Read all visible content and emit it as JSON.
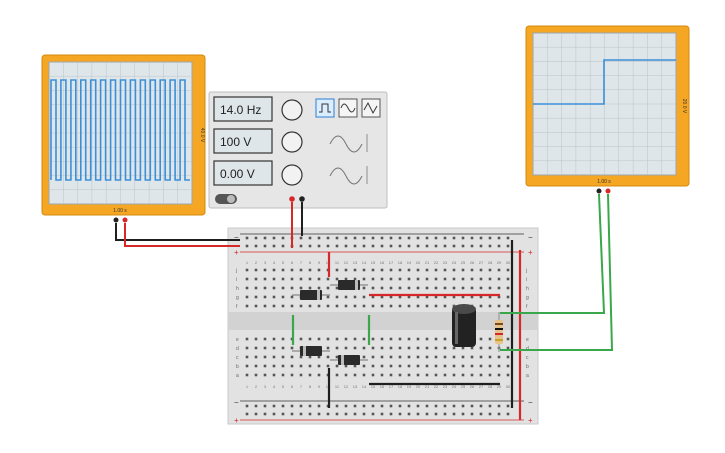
{
  "oscilloscope_left": {
    "time_div": "1.00 s",
    "volt_div": "40.0 V"
  },
  "oscilloscope_right": {
    "time_div": "1.00 s",
    "volt_div": "20.0 V"
  },
  "function_generator": {
    "frequency": "14.0 Hz",
    "amplitude": "100 V",
    "dc_offset": "0.00 V",
    "waveforms": [
      "square-wave-icon",
      "sine-wave-icon",
      "triangle-wave-icon"
    ],
    "selected_waveform": "square-wave-icon"
  },
  "breadboard": {
    "column_numbers": [
      "1",
      "2",
      "3",
      "4",
      "5",
      "6",
      "7",
      "8",
      "9",
      "10",
      "11",
      "12",
      "13",
      "14",
      "15",
      "16",
      "17",
      "18",
      "19",
      "20",
      "21",
      "22",
      "23",
      "24",
      "25",
      "26",
      "27",
      "28",
      "29",
      "30"
    ],
    "row_letters_top": [
      "j",
      "i",
      "h",
      "g",
      "f"
    ],
    "row_letters_bottom": [
      "e",
      "d",
      "c",
      "b",
      "a"
    ],
    "rail_plus": "+",
    "rail_minus": "−"
  },
  "colors": {
    "scope_frame": "#f5a623",
    "scope_screen": "#dfe6ea",
    "trace": "#3b8fd8",
    "wire_red": "#d62828",
    "wire_black": "#1f1f1f",
    "wire_green": "#3aa84a",
    "panel": "#e6e6e6"
  }
}
